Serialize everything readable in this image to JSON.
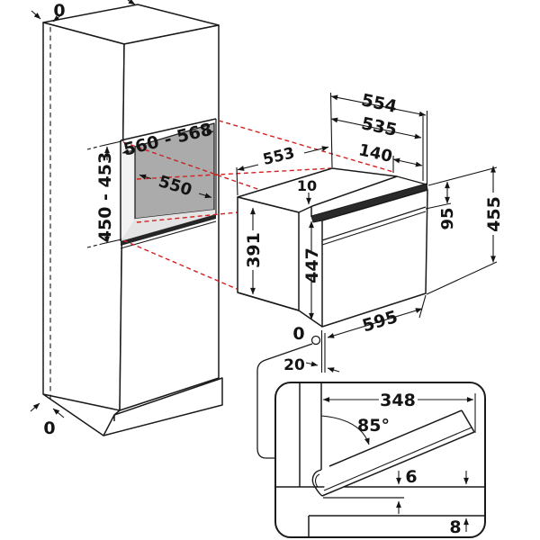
{
  "title": "Built-in oven installation dimension drawing",
  "labels": {
    "cabinet_top_gap": "0",
    "cabinet_bottom_gap": "0",
    "niche_width": "560 - 568",
    "niche_depth": "550",
    "niche_height": "450 - 453",
    "oven_top_depth": "553",
    "oven_depth_total": "554",
    "oven_depth_body": "535",
    "oven_depth_rear": "140",
    "top_clearance": "10",
    "body_height": "391",
    "front_height": "447",
    "door_width": "595",
    "front_gap": "0",
    "front_offset": "20",
    "control_panel_height": "95",
    "door_height": "455",
    "door_length": "348",
    "opening_angle": "85°",
    "door_gap": "6",
    "plinth_gap": "8"
  },
  "colors": {
    "line": "#1a1a1a",
    "projection_red": "#d42020",
    "niche_back": "#ababab",
    "niche_floor": "#e4e4e4",
    "niche_side": "#f2f2f2",
    "door_edge_band": "#2a2a2a"
  }
}
